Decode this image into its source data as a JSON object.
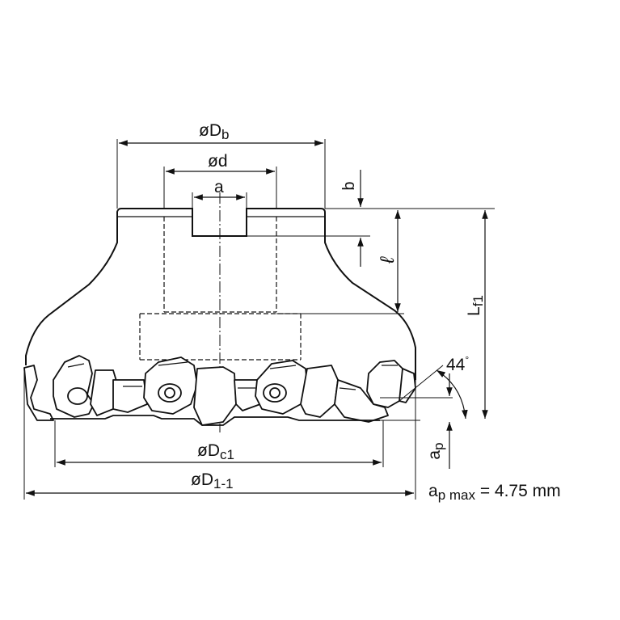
{
  "labels": {
    "dia_b": {
      "main": "øD",
      "sub": "b"
    },
    "dia_d": {
      "main": "ød"
    },
    "key_a": {
      "main": "a"
    },
    "dim_b": {
      "main": "b"
    },
    "dim_l": {
      "main": "ℓ"
    },
    "len_lf1": {
      "main": "L",
      "sub": "f1"
    },
    "angle": {
      "main": "44",
      "unit": "°"
    },
    "depth_ap": {
      "main": "a",
      "sub": "p"
    },
    "dia_dc1": {
      "main": "øD",
      "sub": "c1"
    },
    "dia_d11": {
      "main": "øD",
      "sub": "1-1"
    },
    "ap_max": {
      "main": "a",
      "sub": "p max",
      "rest": " = 4.75 mm"
    }
  }
}
